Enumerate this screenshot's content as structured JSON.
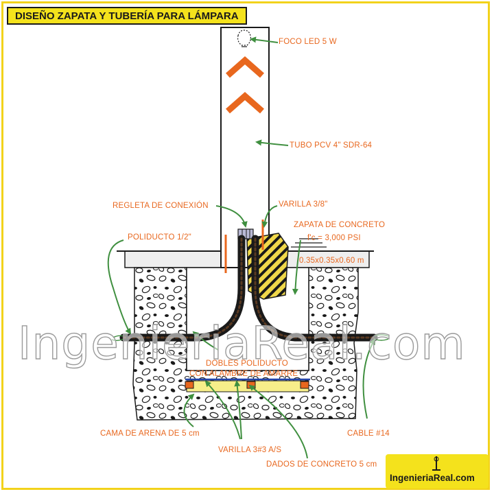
{
  "title": "DISEÑO ZAPATA Y TUBERÍA PARA LÁMPARA",
  "labels": {
    "foco": "FOCO LED 5 W",
    "tubo": "TUBO PCV 4\" SDR-64",
    "regleta": "REGLETA DE CONEXIÓN",
    "varilla38": "VARILLA 3/8\"",
    "zapata_line1": "ZAPATA DE CONCRETO",
    "zapata_line2": "f'c = 3,000 PSI",
    "zapata_line3": "0.35x0.35x0.60 m",
    "poliducto": "POLIDUCTO 1/2\"",
    "dobles_line1": "DOBLES POLIDUCTO",
    "dobles_line2": "CON ALAMBRE DE AMARRE",
    "cama": "CAMA DE ARENA DE 5 cm",
    "varilla3": "VARILLA 3#3 A/S",
    "dados": "DADOS DE CONCRETO 5 cm",
    "cable": "CABLE #14"
  },
  "watermark": "IngenieriaReal.com",
  "logo": {
    "text": "IngenieriaReal.com"
  },
  "colors": {
    "accent_orange": "#e8671e",
    "brand_yellow": "#f4e21c",
    "arrow_green": "#3f8f3f",
    "concrete_yellow": "#f0d84a",
    "sand": "#f7ee8a",
    "outline": "#1a1a1a"
  }
}
